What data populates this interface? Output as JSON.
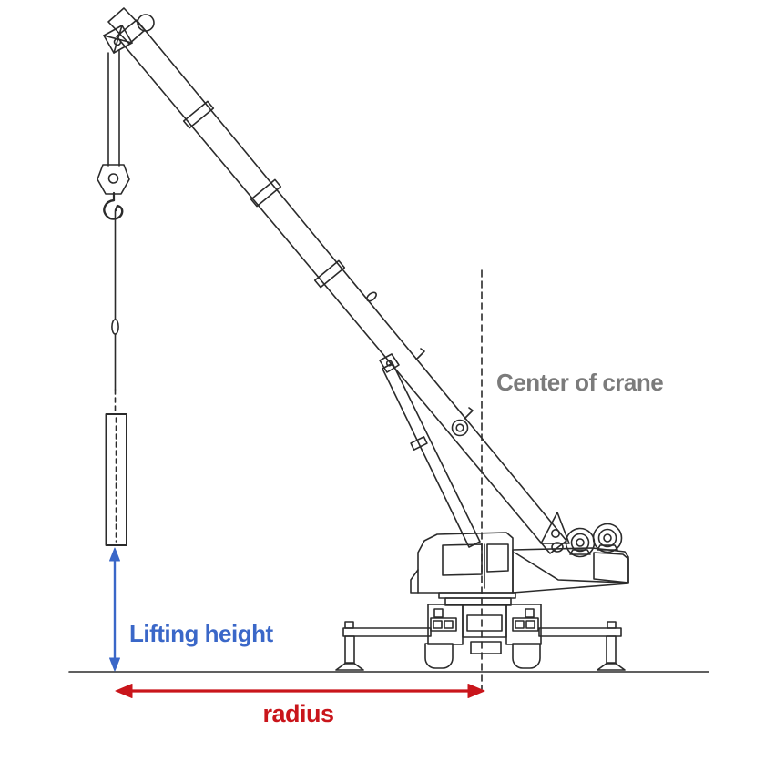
{
  "diagram": {
    "labels": {
      "center_of_crane": "Center of crane",
      "lifting_height": "Lifting height",
      "radius": "radius"
    },
    "colors": {
      "accent-blue": "#3A67C8",
      "accent-red": "#C9151B",
      "label-gray": "#7B7B7B",
      "ground-gray": "#9A9A9A",
      "line-dark": "#2B2B2B"
    }
  }
}
